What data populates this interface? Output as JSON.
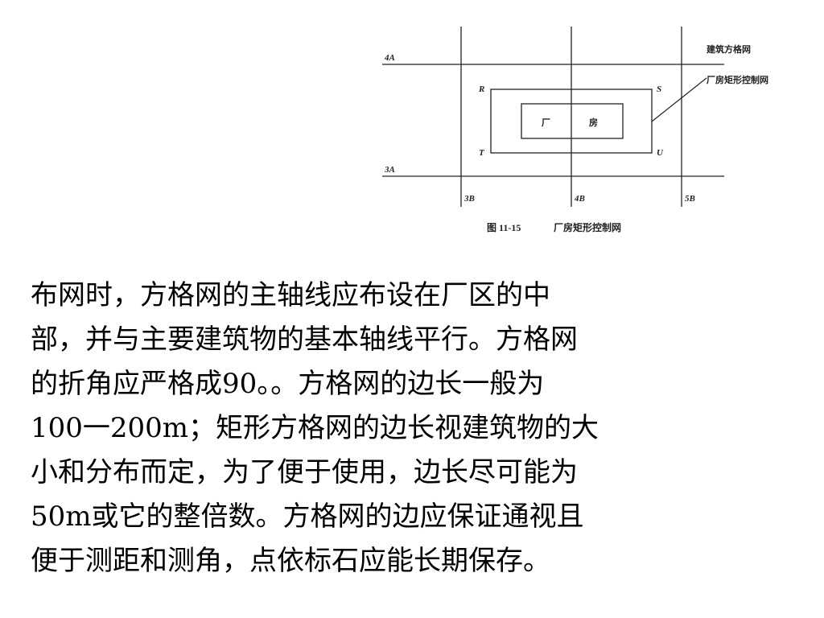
{
  "figure": {
    "grid_labels": {
      "row_top": "4A",
      "row_bottom": "3A",
      "col_left": "3B",
      "col_mid": "4B",
      "col_right": "5B"
    },
    "corner_labels": {
      "R": "R",
      "S": "S",
      "T": "T",
      "U": "U"
    },
    "building_left": "厂",
    "building_right": "房",
    "legend_grid": "建筑方格网",
    "legend_control": "厂房矩形控制网",
    "caption_number": "图 11-15",
    "caption_text": "厂房矩形控制网"
  },
  "paragraph": {
    "lines": [
      " 布网时，方格网的主轴线应布设在厂区的中",
      "部，并与主要建筑物的基本轴线平行。方格网",
      "的折角应严格成90。。方格网的边长一般为",
      "100一200m；矩形方格网的边长视建筑物的大",
      "小和分布而定，为了便于使用，边长尽可能为",
      "50m或它的整倍数。方格网的边应保证通视且",
      "便于测距和测角，点依标石应能长期保存。"
    ]
  }
}
